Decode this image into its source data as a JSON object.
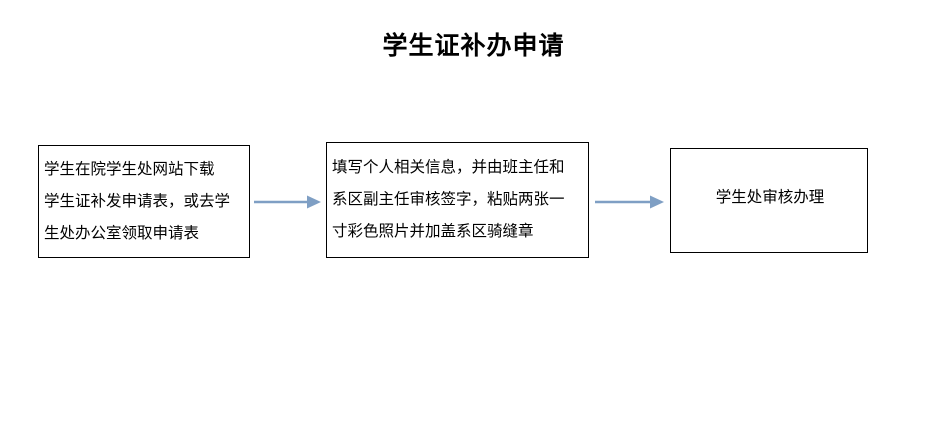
{
  "document": {
    "title": "学生证补办申请",
    "background_color": "#ffffff",
    "text_color": "#000000"
  },
  "diagram": {
    "type": "flowchart",
    "orientation": "left-to-right",
    "box_border_color": "#000000",
    "box_fill_color": "#ffffff",
    "arrow_color": "#7f9fc4",
    "nodes": [
      {
        "id": "step1",
        "name": "download-application-form",
        "align": "left",
        "lines": [
          "学生在院学生处网站下载",
          "学生证补发申请表，或去学",
          "生处办公室领取申请表"
        ]
      },
      {
        "id": "step2",
        "name": "fill-and-sign-form",
        "align": "left",
        "lines": [
          "填写个人相关信息，并由班主任和",
          "系区副主任审核签字，粘贴两张一",
          "寸彩色照片并加盖系区骑缝章"
        ]
      },
      {
        "id": "step3",
        "name": "student-affairs-review",
        "align": "center",
        "lines": [
          "学生处审核办理"
        ]
      }
    ],
    "connectors": [
      {
        "id": "arrow1",
        "name": "arrow-step1-to-step2",
        "from": "step1",
        "to": "step2"
      },
      {
        "id": "arrow2",
        "name": "arrow-step2-to-step3",
        "from": "step2",
        "to": "step3"
      }
    ]
  }
}
